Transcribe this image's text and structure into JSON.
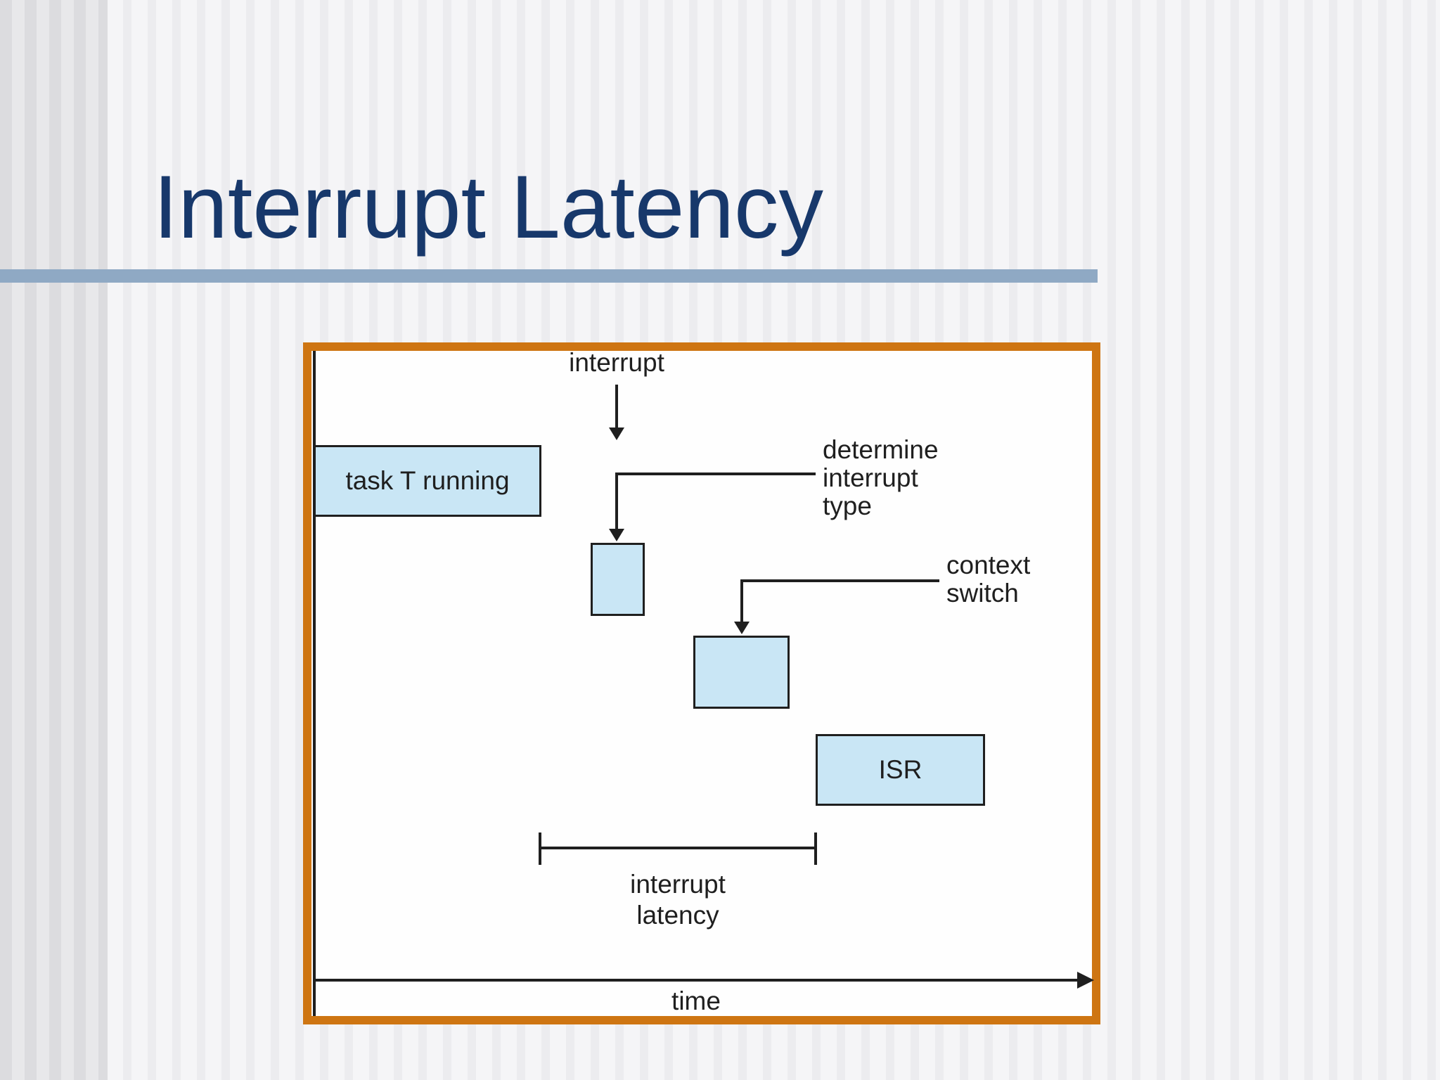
{
  "slide": {
    "title": "Interrupt Latency"
  },
  "colors": {
    "title_navy": "#17386B",
    "bar_blue": "#8FA9C4",
    "accent_orange": "#CE7512",
    "box_fill": "#C9E6F5",
    "line_dark": "#1f1f1f",
    "bg_stripe_light": "#f5f5f7",
    "bg_stripe_dark": "#ececef",
    "bg_left_light": "#e8e8ea",
    "bg_left_dark": "#dcdcdf"
  },
  "diagram": {
    "interrupt_label": "interrupt",
    "task_box_label": "task T running",
    "determine_lines": [
      "determine",
      "interrupt",
      "type"
    ],
    "context_lines": [
      "context",
      "switch"
    ],
    "isr_label": "ISR",
    "latency_lines": [
      "interrupt",
      "latency"
    ],
    "time_label": "time"
  }
}
